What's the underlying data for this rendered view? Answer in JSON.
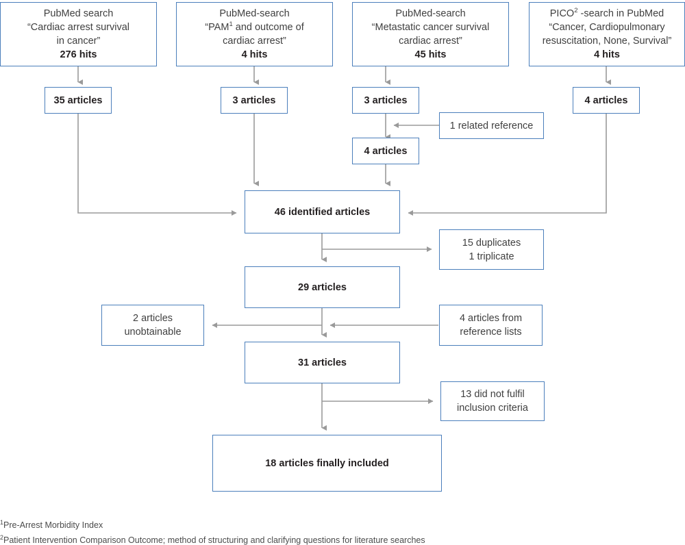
{
  "diagram": {
    "type": "flowchart",
    "accent_box_border": "#4a7ebb",
    "connector_color": "#9a9a9a",
    "text_color": "#3f3f3f",
    "searches": [
      {
        "id": "search-cardiac-arrest-survival-in-cancer",
        "line1": "PubMed search",
        "line2": "“Cardiac arrest survival",
        "line3": "in cancer”",
        "hits": "276 hits"
      },
      {
        "id": "search-pam-and-outcome",
        "line1": "PubMed-search",
        "line2_pre": "“PAM",
        "line2_sup": "1",
        "line2_post": " and outcome of",
        "line3": "cardiac arrest”",
        "hits": "4 hits"
      },
      {
        "id": "search-metastatic-cancer-survival",
        "line1": "PubMed-search",
        "line2": "“Metastatic cancer survival",
        "line3": "cardiac arrest”",
        "hits": "45 hits"
      },
      {
        "id": "search-pico-in-pubmed",
        "line1_pre": "PICO",
        "line1_sup": "2",
        "line1_post": " -search in PubMed",
        "line2": "“Cancer, Cardiopulmonary",
        "line3": "resuscitation, None, Survival”",
        "hits": "4 hits"
      }
    ],
    "nodes": {
      "articles_35": "35 articles",
      "articles_3a": "3 articles",
      "articles_3b": "3 articles",
      "articles_4_right": "4 articles",
      "related_reference": "1 related reference",
      "articles_4_mid": "4 articles",
      "identified": "46 identified articles",
      "duplicates": "15 duplicates\n1 triplicate",
      "articles_29": "29 articles",
      "unobtainable": "2 articles\nunobtainable",
      "from_reference_lists": "4 articles from\nreference lists",
      "articles_31": "31 articles",
      "not_fulfil": "13 did not fulfil\ninclusion criteria",
      "final": "18 articles finally included"
    },
    "footnotes": [
      {
        "marker": "1",
        "text": "Pre-Arrest Morbidity Index"
      },
      {
        "marker": "2",
        "text": "Patient Intervention Comparison Outcome; method of structuring and clarifying questions for literature searches"
      }
    ]
  }
}
